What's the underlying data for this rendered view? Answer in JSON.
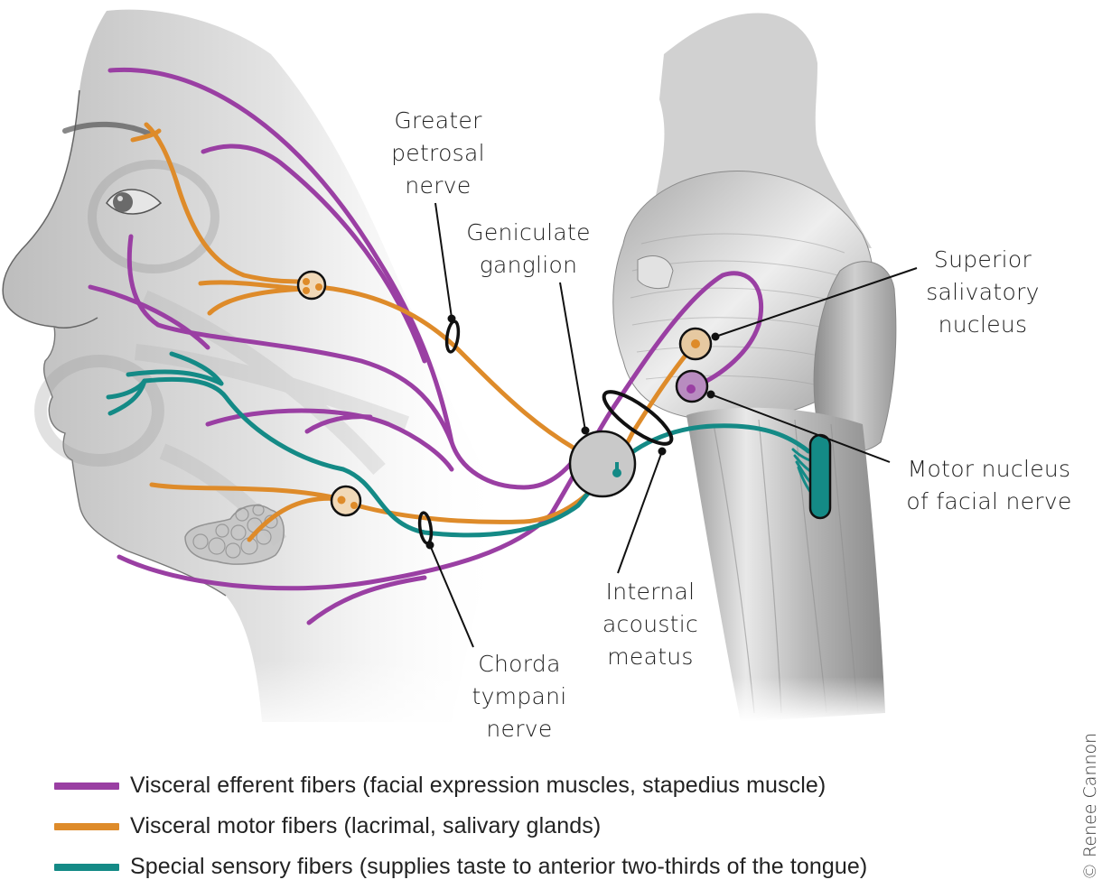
{
  "diagram": {
    "title": "Facial nerve fiber pathways",
    "colors": {
      "visceral_efferent": "#9a3fa3",
      "visceral_motor": "#de8b2a",
      "special_sensory": "#148a86",
      "ganglion_fill_orange": "#f1d9b8",
      "ganglion_fill_purple": "#b88cc0",
      "geniculate_fill": "#c9c9c9",
      "outline": "#111111",
      "anatomy_gray": "#9a9a9a"
    },
    "labels": {
      "greater_petrosal": [
        "Greater",
        "petrosal",
        "nerve"
      ],
      "geniculate_ganglion": [
        "Geniculate",
        "ganglion"
      ],
      "superior_salivatory": [
        "Superior",
        "salivatory",
        "nucleus"
      ],
      "motor_nucleus": [
        "Motor nucleus",
        "of facial nerve"
      ],
      "internal_acoustic": [
        "Internal",
        "acoustic",
        "meatus"
      ],
      "chorda_tympani": [
        "Chorda",
        "tympani",
        "nerve"
      ]
    },
    "legend": [
      {
        "label": "Visceral efferent fibers (facial expression muscles, stapedius muscle)",
        "color": "#9a3fa3"
      },
      {
        "label": "Visceral motor fibers (lacrimal, salivary glands)",
        "color": "#de8b2a"
      },
      {
        "label": "Special sensory fibers (supplies taste to anterior two-thirds of the tongue)",
        "color": "#148a86"
      }
    ],
    "copyright": "© Renee Cannon"
  }
}
